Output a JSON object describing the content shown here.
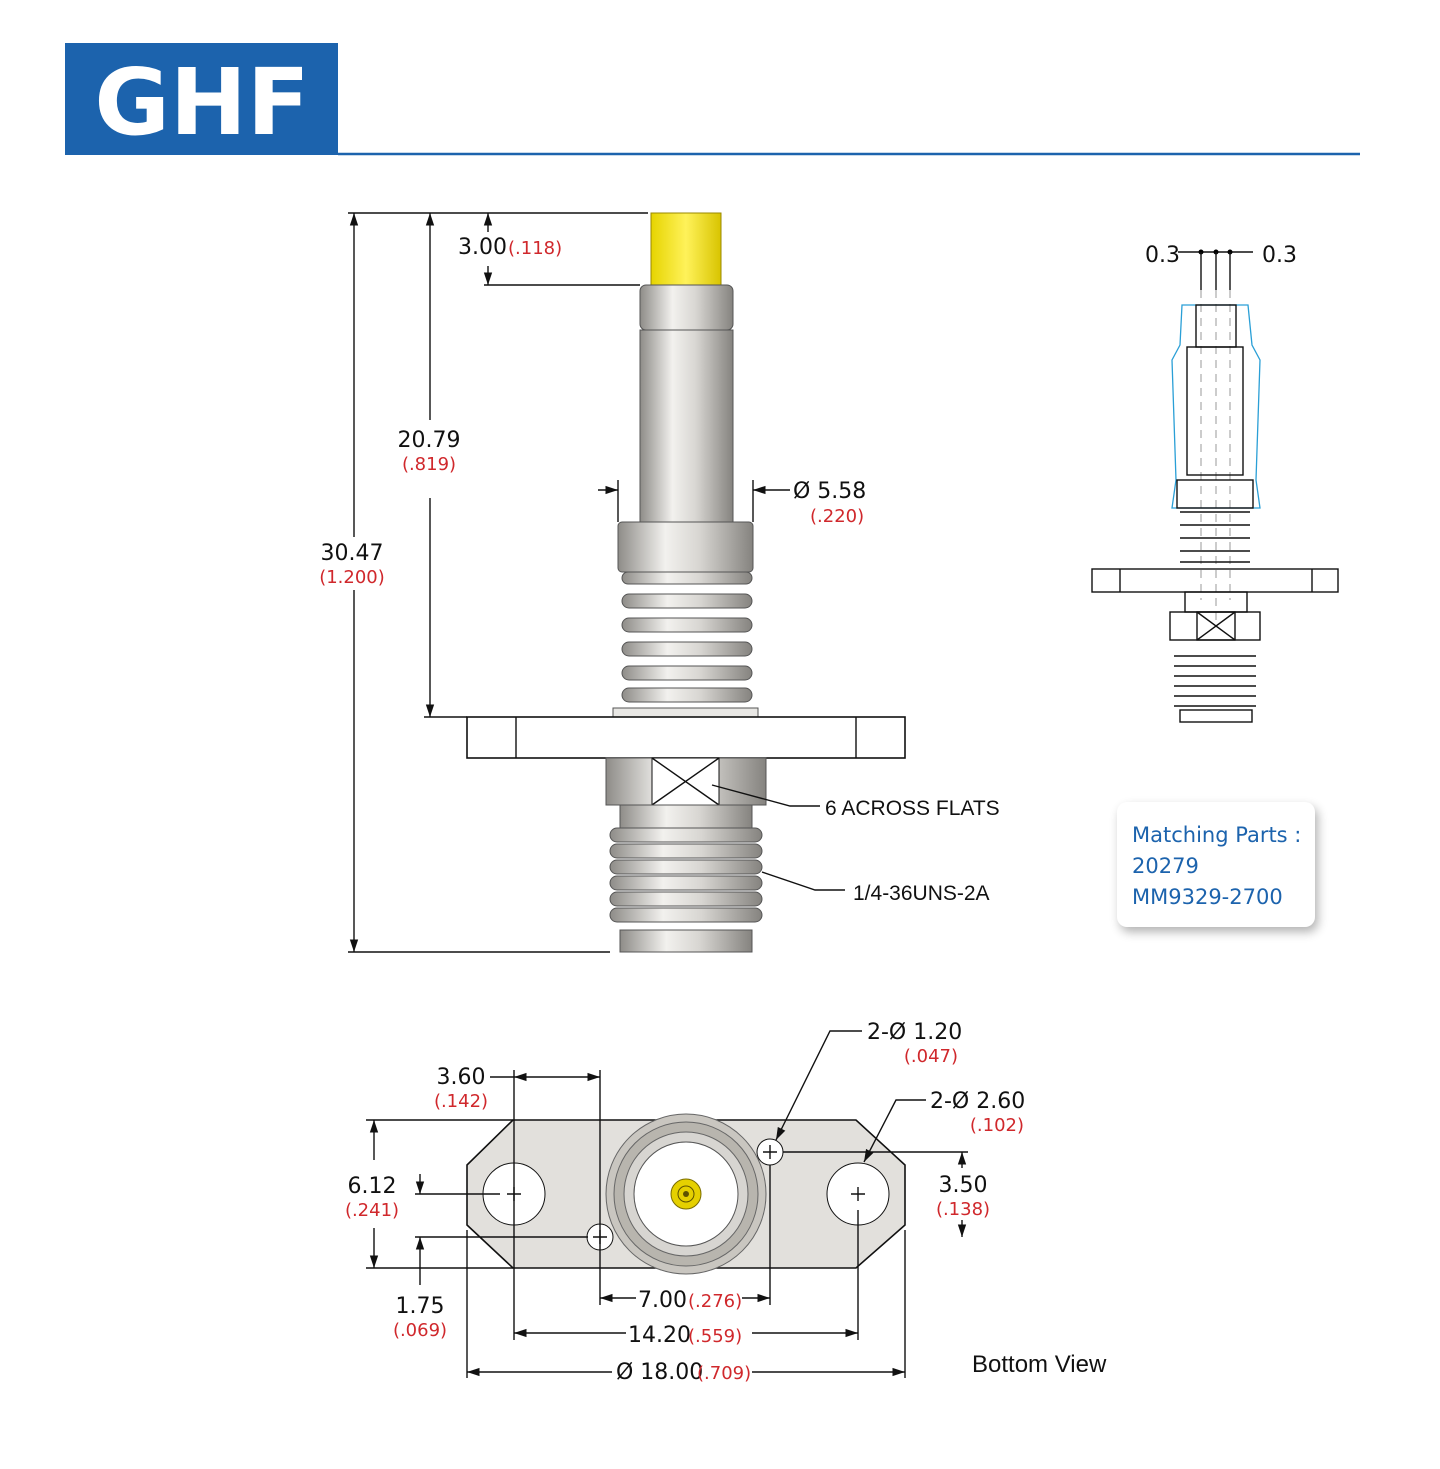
{
  "header": {
    "logo_text": "GHF",
    "brand_color": "#1c63ad"
  },
  "side_view": {
    "dims": {
      "overall": {
        "mm": "30.47",
        "in": "(1.200)"
      },
      "to_flange": {
        "mm": "20.79",
        "in": "(.819)"
      },
      "tip": {
        "mm": "3.00",
        "in": "(.118)"
      },
      "diameter": {
        "mm": "Ø 5.58",
        "in": "(.220)"
      }
    },
    "notes": {
      "flats": "6 ACROSS FLATS",
      "thread": "1/4-36UNS-2A"
    }
  },
  "float_view": {
    "left_tol": "0.3",
    "right_tol": "0.3"
  },
  "matching_parts": {
    "title": "Matching Parts :",
    "parts": [
      "20279",
      "MM9329-2700"
    ]
  },
  "bottom_view": {
    "label": "Bottom View",
    "dims": {
      "small_holes": {
        "mm": "2-Ø 1.20",
        "in": "(.047)"
      },
      "large_holes": {
        "mm": "2-Ø 2.60",
        "in": "(.102)"
      },
      "offset": {
        "mm": "3.60",
        "in": "(.142)"
      },
      "height": {
        "mm": "6.12",
        "in": "(.241)"
      },
      "hole_y": {
        "mm": "1.75",
        "in": "(.069)"
      },
      "small_hole_y": {
        "mm": "3.50",
        "in": "(.138)"
      },
      "small_hole_x": {
        "mm": "7.00",
        "in": "(.276)"
      },
      "hole_spacing": {
        "mm": "14.20",
        "in": "(.559)"
      },
      "overall": {
        "mm": "Ø 18.00",
        "in": "(.709)"
      }
    }
  }
}
